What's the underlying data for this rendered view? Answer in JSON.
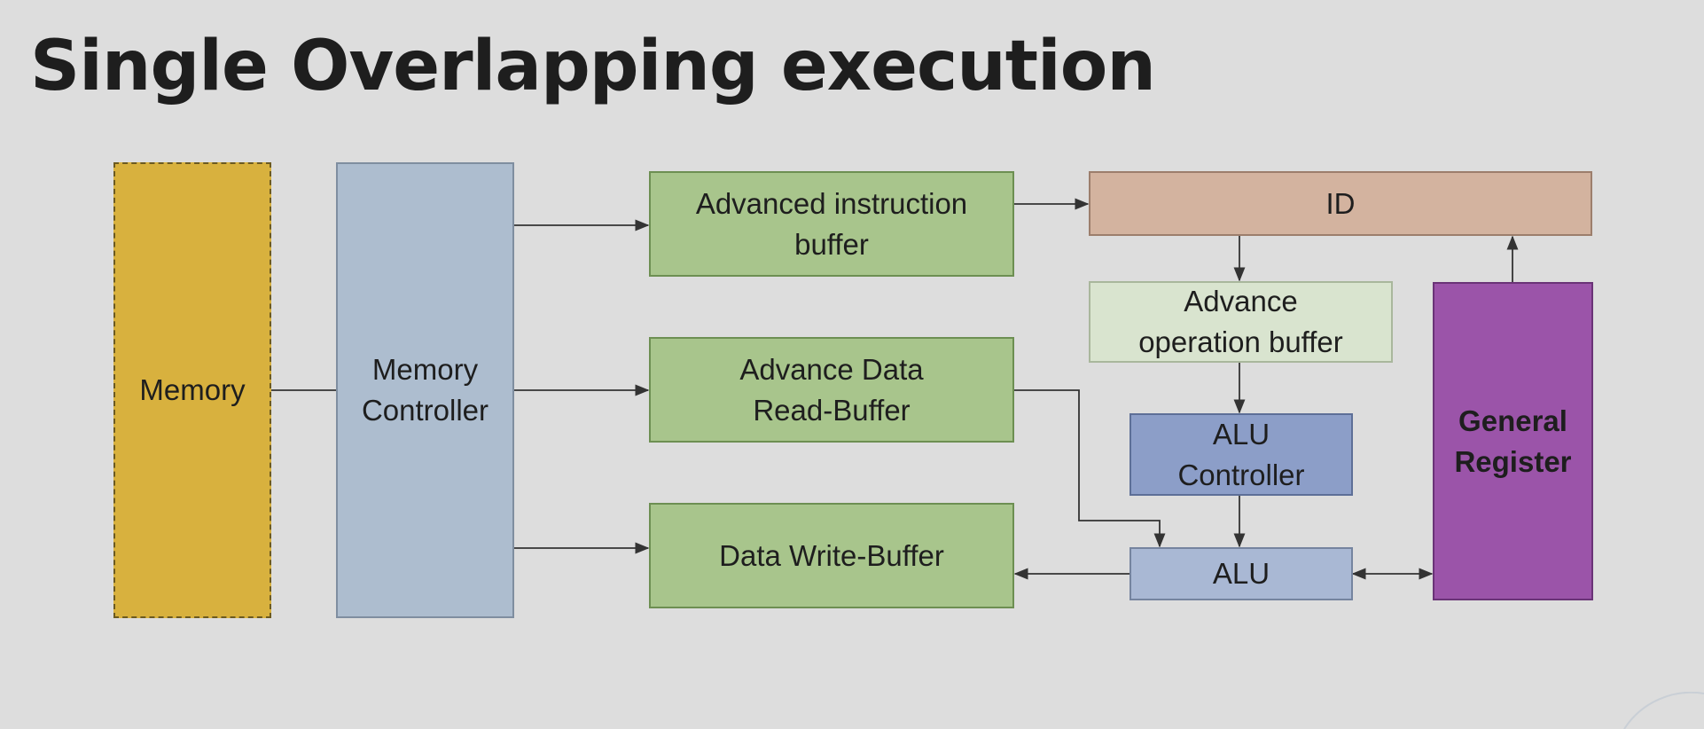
{
  "slide": {
    "title": "Single Overlapping execution"
  },
  "diagram": {
    "nodes": {
      "memory": "Memory",
      "memory_controller": "Memory\nController",
      "advanced_instruction_buffer": "Advanced instruction\nbuffer",
      "advance_data_read_buffer": "Advance Data\nRead-Buffer",
      "data_write_buffer": "Data Write-Buffer",
      "id": "ID",
      "advance_operation_buffer": "Advance\noperation buffer",
      "alu_controller": "ALU\nController",
      "alu": "ALU",
      "general_register": "General\nRegister"
    },
    "colors": {
      "memory": "#d8b13e",
      "memory_controller": "#adbdcf",
      "buffers": "#a8c58c",
      "id": "#d3b39f",
      "advance_operation_buffer": "#d9e4cf",
      "alu_controller": "#8c9ec8",
      "alu": "#a9b8d4",
      "general_register": "#9b54a9",
      "background": "#dddddd"
    },
    "edges": [
      {
        "from": "memory",
        "to": "memory_controller"
      },
      {
        "from": "memory_controller",
        "to": "advanced_instruction_buffer"
      },
      {
        "from": "memory_controller",
        "to": "advance_data_read_buffer"
      },
      {
        "from": "memory_controller",
        "to": "data_write_buffer"
      },
      {
        "from": "advanced_instruction_buffer",
        "to": "id"
      },
      {
        "from": "id",
        "to": "advance_operation_buffer"
      },
      {
        "from": "advance_operation_buffer",
        "to": "alu_controller"
      },
      {
        "from": "alu_controller",
        "to": "alu"
      },
      {
        "from": "advance_data_read_buffer",
        "to": "alu"
      },
      {
        "from": "alu",
        "to": "data_write_buffer"
      },
      {
        "from": "alu",
        "to": "general_register",
        "bidirectional": true
      },
      {
        "from": "general_register",
        "to": "id"
      }
    ]
  }
}
